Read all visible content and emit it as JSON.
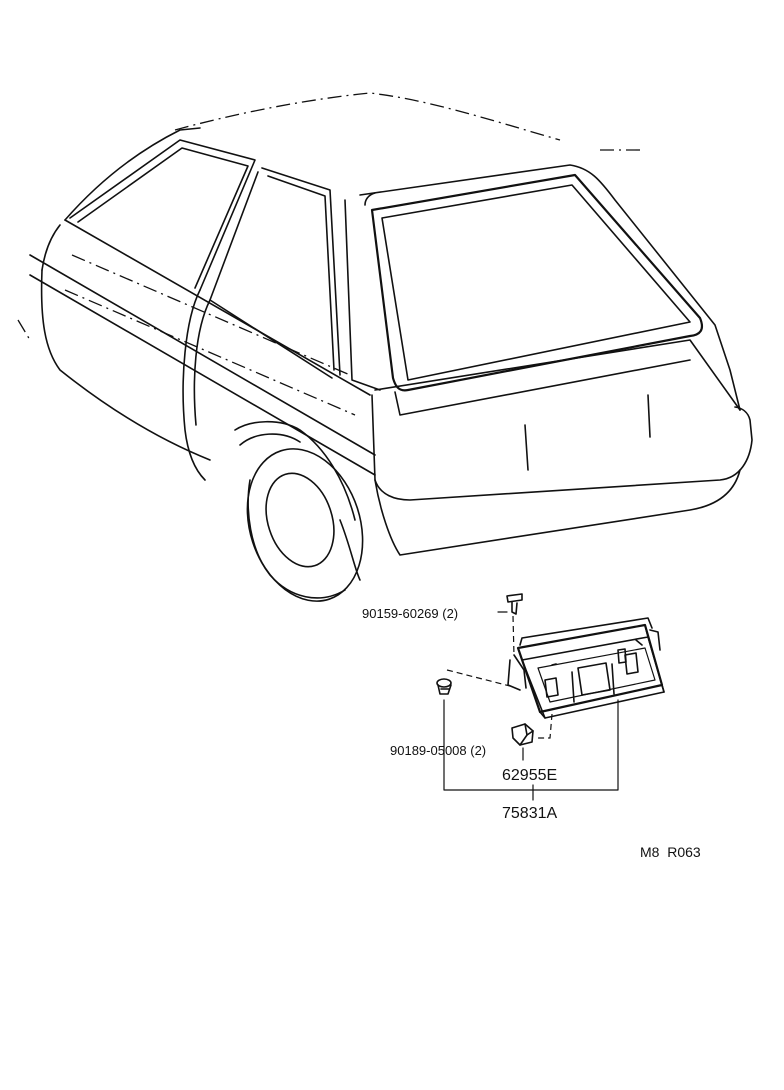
{
  "labels": {
    "screw": "90159-60269 (2)",
    "clip": "90189-05008 (2)",
    "panel_part": "62955E",
    "assembly_part": "75831A",
    "sheet_code": "M8  R063"
  }
}
